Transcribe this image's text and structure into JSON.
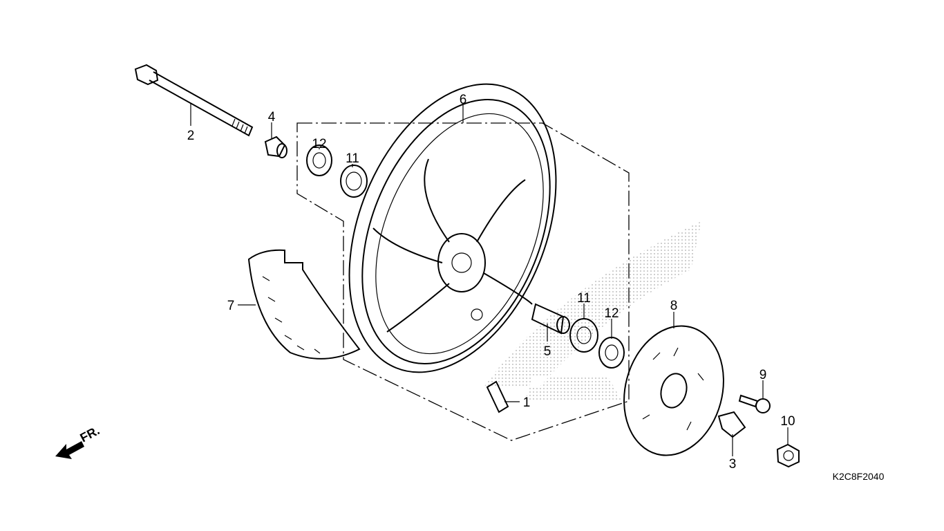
{
  "diagram": {
    "code": "K2C8F2040",
    "direction_label": "FR.",
    "callouts": {
      "c6": "6",
      "c2": "2",
      "c4": "4",
      "c12a": "12",
      "c11a": "11",
      "c7": "7",
      "c11b": "11",
      "c12b": "12",
      "c8": "8",
      "c5": "5",
      "c9": "9",
      "c1": "1",
      "c10": "10",
      "c3": "3"
    }
  }
}
